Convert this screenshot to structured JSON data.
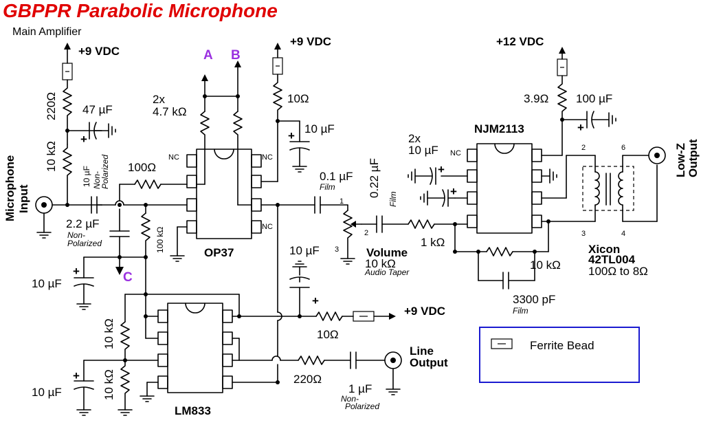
{
  "title": "GBPPR Parabolic Microphone",
  "subtitle": "Main Amplifier",
  "supplies": {
    "v9_a": "+9 VDC",
    "v9_b": "+9 VDC",
    "v12": "+12 VDC",
    "v9_c": "+9 VDC"
  },
  "nodes": {
    "a": "A",
    "b": "B",
    "c": "C"
  },
  "ics": {
    "op37": "OP37",
    "njm": "NJM2113",
    "lm833": "LM833"
  },
  "nc": "NC",
  "labels": {
    "mic_input": [
      "Microphone",
      "Input"
    ],
    "r220": "220Ω",
    "c47": "47 µF",
    "r10k_a": "10 kΩ",
    "c10_np_val": "10 µF",
    "c10_np_type": [
      "Non-",
      "Polarized"
    ],
    "r2x47k_a": "2x",
    "r2x47k_b": "4.7 kΩ",
    "r100": "100Ω",
    "c22_val": "2.2 µF",
    "c22_type": [
      "Non-",
      "Polarized"
    ],
    "r100k": "100 kΩ",
    "c10_left": "10 µF",
    "r10_top": "10Ω",
    "c10_top": "10 µF",
    "c01": "0.1 µF",
    "c01_type": "Film",
    "c022": "0.22 µF",
    "c022_type": "Film",
    "volume": "Volume",
    "volume_val": "10 kΩ",
    "volume_type": "Audio Taper",
    "pot_pins": [
      "1",
      "2",
      "3"
    ],
    "c10_mid": "10 µF",
    "c2x10_a": "2x",
    "c2x10_b": "10 µF",
    "r1k": "1 kΩ",
    "r10k_fb": "10 kΩ",
    "c3300": "3300 pF",
    "c3300_type": "Film",
    "r39": "3.9Ω",
    "c100": "100 µF",
    "xfmr_pins": [
      "2",
      "6",
      "3",
      "4"
    ],
    "xfmr_a": "Xicon",
    "xfmr_b": "42TL004",
    "xfmr_c": "100Ω to 8Ω",
    "lowz": [
      "Low-Z",
      "Output"
    ],
    "r10_bot": "10Ω",
    "r220_out": "220Ω",
    "c1": "1 µF",
    "c1_type": [
      "Non-",
      "Polarized"
    ],
    "line_out": [
      "Line",
      "Output"
    ],
    "r10k_b1": "10 kΩ",
    "r10k_b2": "10 kΩ",
    "c10_b": "10 µF"
  },
  "legend": {
    "label": "Ferrite Bead"
  },
  "colors": {
    "title": "#e00000",
    "node": "#9a30e0",
    "legend_border": "#1a1ad0"
  }
}
